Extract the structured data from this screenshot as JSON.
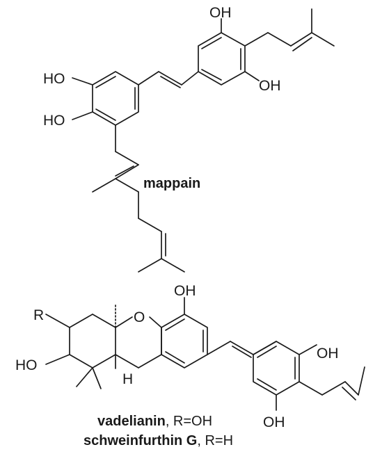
{
  "compounds": {
    "mappain": {
      "name": "mappain"
    },
    "vadelianin": {
      "name": "vadelianin",
      "suffix": ", R=OH"
    },
    "schweinfurthin": {
      "name": "schweinfurthin G",
      "suffix": ", R=H"
    }
  },
  "atoms": {
    "oh": "OH",
    "ho": "HO",
    "r": "R",
    "o": "O",
    "h": "H"
  }
}
